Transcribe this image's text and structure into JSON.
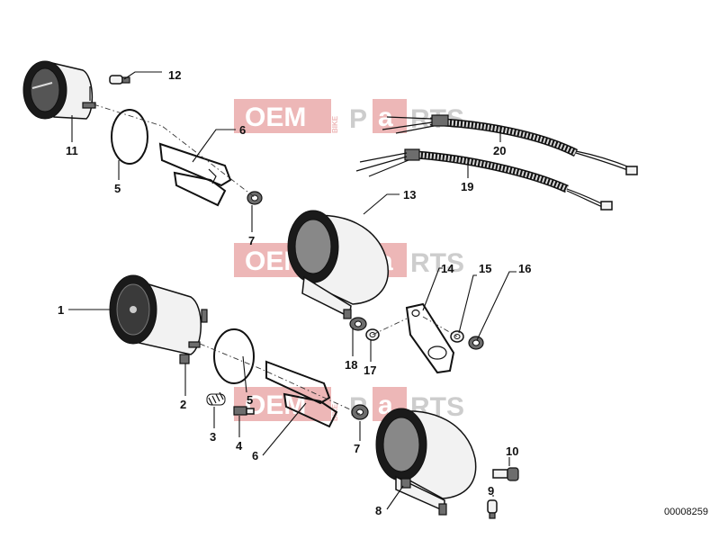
{
  "watermark": {
    "left": "OEM",
    "middle": "BIKE",
    "right_a": "P",
    "right_b": "a",
    "right_c": "RTS"
  },
  "doc_number": "00008259",
  "callouts": [
    {
      "n": "1"
    },
    {
      "n": "2"
    },
    {
      "n": "3"
    },
    {
      "n": "4"
    },
    {
      "n": "5"
    },
    {
      "n": "6"
    },
    {
      "n": "7"
    },
    {
      "n": "8"
    },
    {
      "n": "9"
    },
    {
      "n": "10"
    },
    {
      "n": "11"
    },
    {
      "n": "12"
    },
    {
      "n": "13"
    },
    {
      "n": "14"
    },
    {
      "n": "15"
    },
    {
      "n": "16"
    },
    {
      "n": "17"
    },
    {
      "n": "18"
    },
    {
      "n": "19"
    },
    {
      "n": "20"
    },
    {
      "n": "5"
    },
    {
      "n": "6"
    },
    {
      "n": "7"
    }
  ],
  "colors": {
    "watermark_red": "#e8a0a0",
    "watermark_grey": "#bdbdbd",
    "ink": "#111111"
  }
}
